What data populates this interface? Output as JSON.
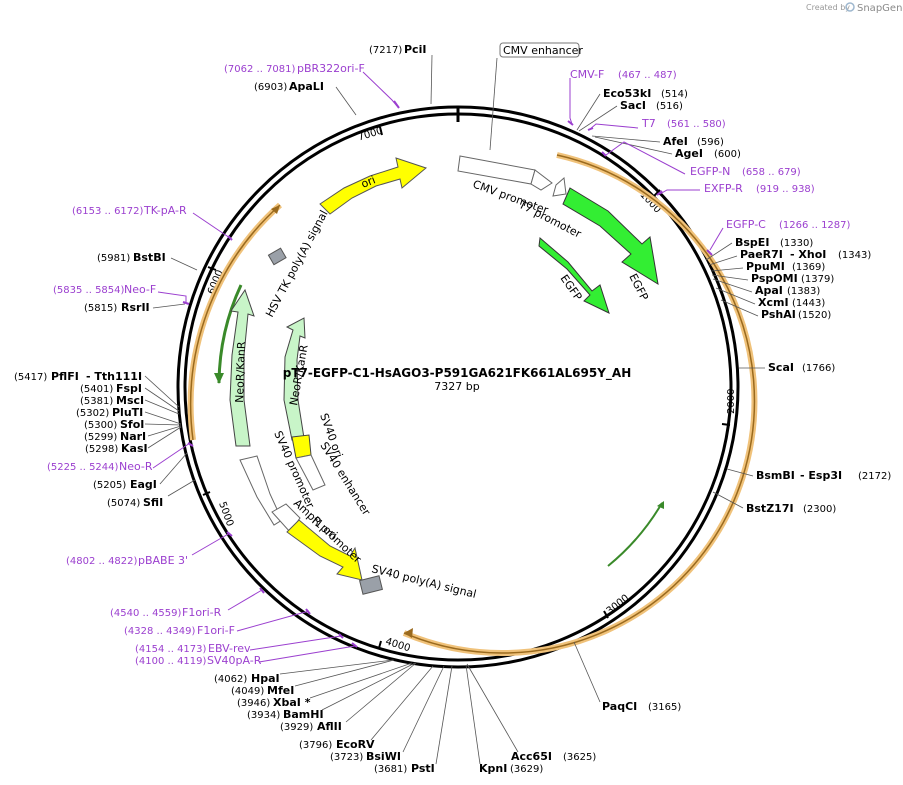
{
  "brand": {
    "prefix": "Created by",
    "name": "SnapGene"
  },
  "plasmid": {
    "name": "pT7-EGFP-C1-HsAGO3-P591GA621FK661AL695Y_AH",
    "length_label": "7327 bp"
  },
  "colors": {
    "backbone": "#000000",
    "primer": "#9b3fcf",
    "orf_halo": "#f0c27a",
    "orf": "#9a6a1e",
    "egfp": "#33ee33",
    "neo": "#c8f5c8",
    "yellow": "#ffff00",
    "promoter": "#ffffff",
    "polya": "#9aa0a8"
  },
  "ticks": [
    "1000",
    "2000",
    "3000",
    "4000",
    "5000",
    "6000",
    "7000"
  ],
  "sites": [
    {
      "name": "PciI",
      "pos": "(7217)"
    },
    {
      "name": "ApaLI",
      "pos": "(6903)"
    },
    {
      "name": "Eco53kI",
      "pos": "(514)"
    },
    {
      "name": "SacI",
      "pos": "(516)"
    },
    {
      "name": "AfeI",
      "pos": "(596)"
    },
    {
      "name": "AgeI",
      "pos": "(600)"
    },
    {
      "name": "BspEI",
      "pos": "(1330)"
    },
    {
      "name": "PaeR7I",
      "pos": "- XhoI"
    },
    {
      "name": "",
      "pos": "(1343)"
    },
    {
      "name": "PpuMI",
      "pos": "(1369)"
    },
    {
      "name": "PspOMI",
      "pos": "(1379)"
    },
    {
      "name": "ApaI",
      "pos": "(1383)"
    },
    {
      "name": "XcmI",
      "pos": "(1443)"
    },
    {
      "name": "PshAI",
      "pos": "(1520)"
    },
    {
      "name": "ScaI",
      "pos": "(1766)"
    },
    {
      "name": "BsmBI",
      "pos": "- Esp3I"
    },
    {
      "name": "",
      "pos": "(2172)"
    },
    {
      "name": "BstZ17I",
      "pos": "(2300)"
    },
    {
      "name": "PaqCI",
      "pos": "(3165)"
    },
    {
      "name": "Acc65I",
      "pos": "(3625)"
    },
    {
      "name": "KpnI",
      "pos": "(3629)"
    },
    {
      "name": "PstI",
      "pos": "(3681)"
    },
    {
      "name": "BsiWI",
      "pos": "(3723)"
    },
    {
      "name": "EcoRV",
      "pos": "(3796)"
    },
    {
      "name": "AflII",
      "pos": "(3929)"
    },
    {
      "name": "BamHI",
      "pos": "(3934)"
    },
    {
      "name": "XbaI *",
      "pos": "(3946)"
    },
    {
      "name": "MfeI",
      "pos": "(4049)"
    },
    {
      "name": "HpaI",
      "pos": "(4062)"
    },
    {
      "name": "SfiI",
      "pos": "(5074)"
    },
    {
      "name": "EagI",
      "pos": "(5205)"
    },
    {
      "name": "KasI",
      "pos": "(5298)"
    },
    {
      "name": "NarI",
      "pos": "(5299)"
    },
    {
      "name": "SfoI",
      "pos": "(5300)"
    },
    {
      "name": "PluTI",
      "pos": "(5302)"
    },
    {
      "name": "MscI",
      "pos": "(5381)"
    },
    {
      "name": "FspI",
      "pos": "(5401)"
    },
    {
      "name": "PflFI",
      "pos": "(5417)"
    },
    {
      "name": "- Tth111I",
      "pos": ""
    },
    {
      "name": "RsrII",
      "pos": "(5815)"
    },
    {
      "name": "BstBI",
      "pos": "(5981)"
    }
  ],
  "primers": [
    {
      "name": "pBR322ori-F",
      "range": "(7062 .. 7081)"
    },
    {
      "name": "CMV-F",
      "range": "(467 .. 487)"
    },
    {
      "name": "T7",
      "range": "(561 .. 580)"
    },
    {
      "name": "EGFP-N",
      "range": "(658 .. 679)"
    },
    {
      "name": "EXFP-R",
      "range": "(919 .. 938)"
    },
    {
      "name": "EGFP-C",
      "range": "(1266 .. 1287)"
    },
    {
      "name": "TK-pA-R",
      "range": "(6153 .. 6172)"
    },
    {
      "name": "Neo-F",
      "range": "(5835 .. 5854)"
    },
    {
      "name": "Neo-R",
      "range": "(5225 .. 5244)"
    },
    {
      "name": "pBABE 3'",
      "range": "(4802 .. 4822)"
    },
    {
      "name": "F1ori-R",
      "range": "(4540 .. 4559)"
    },
    {
      "name": "F1ori-F",
      "range": "(4328 .. 4349)"
    },
    {
      "name": "EBV-rev",
      "range": "(4154 .. 4173)"
    },
    {
      "name": "SV40pA-R",
      "range": "(4100 .. 4119)"
    }
  ],
  "features": {
    "cmv_enhancer": "CMV enhancer",
    "cmv_promoter": "CMV promoter",
    "t7_promoter": "T7 promoter",
    "egfp_outer": "EGFP",
    "egfp_inner": "EGFP",
    "ori": "ori",
    "hsv_tk": "HSV TK poly(A) signal",
    "neo_outer": "NeoR/KanR",
    "neo_inner": "NeoR/KanR",
    "sv40_ori": "SV40 ori",
    "sv40_enhancer": "SV40 enhancer",
    "sv40_promoter": "SV40 promoter",
    "ampr_promoter": "AmpR promoter",
    "f1_ori": "f1 ori",
    "sv40_polya": "SV40 poly(A) signal"
  }
}
